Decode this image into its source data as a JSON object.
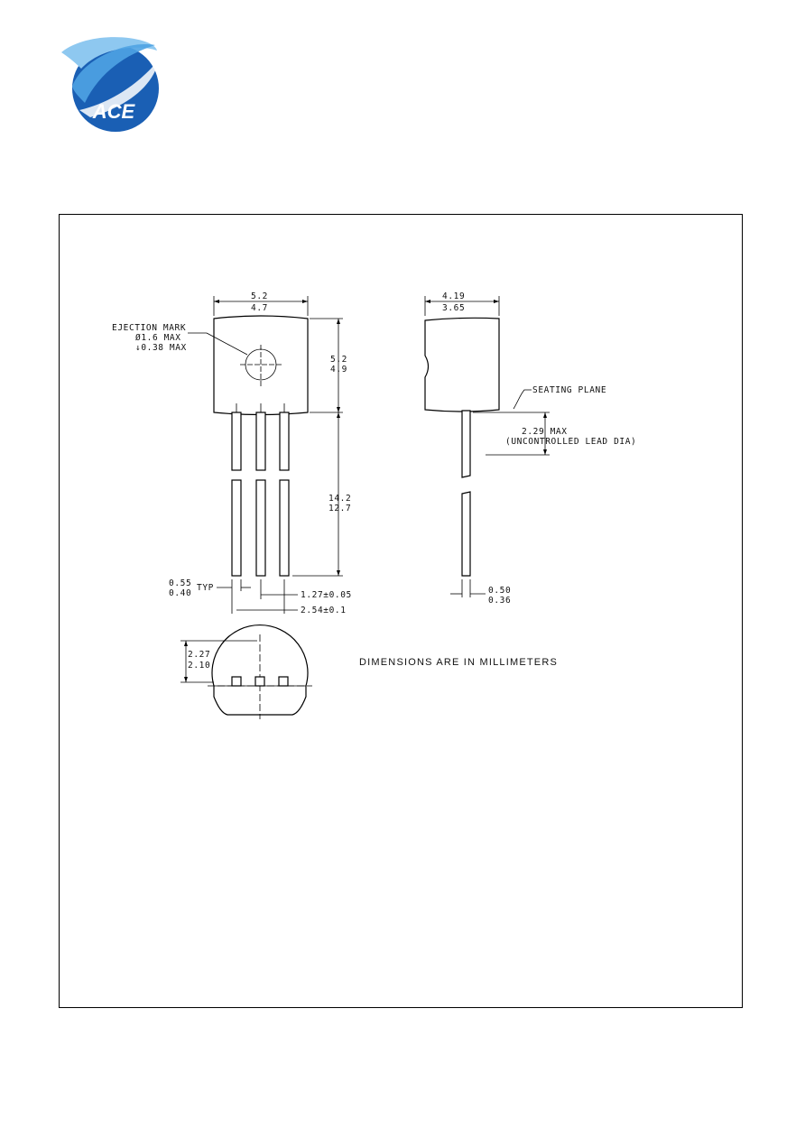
{
  "logo": {
    "text": "ACE"
  },
  "front_view": {
    "width_max": "5.2",
    "width_min": "4.7",
    "height_max": "5.2",
    "height_min": "4.9",
    "lead_len_max": "14.2",
    "lead_len_min": "12.7",
    "lead_w_max": "0.55",
    "lead_w_min": "0.40",
    "lead_w_note": "TYP",
    "pitch": "1.27±0.05",
    "pitch2": "2.54±0.1",
    "ejection_label": "EJECTION MARK",
    "ejection_dia": "Ø1.6 MAX",
    "ejection_depth": "↓0.38 MAX"
  },
  "side_view": {
    "depth_max": "4.19",
    "depth_min": "3.65",
    "seating_plane": "SEATING PLANE",
    "uncontrolled": "2.29 MAX",
    "uncontrolled_note": "(UNCONTROLLED LEAD DIA)",
    "lead_t_max": "0.50",
    "lead_t_min": "0.36"
  },
  "bottom_view": {
    "dim_max": "2.27",
    "dim_min": "2.10"
  },
  "note": "DIMENSIONS  ARE  IN  MILLIMETERS"
}
